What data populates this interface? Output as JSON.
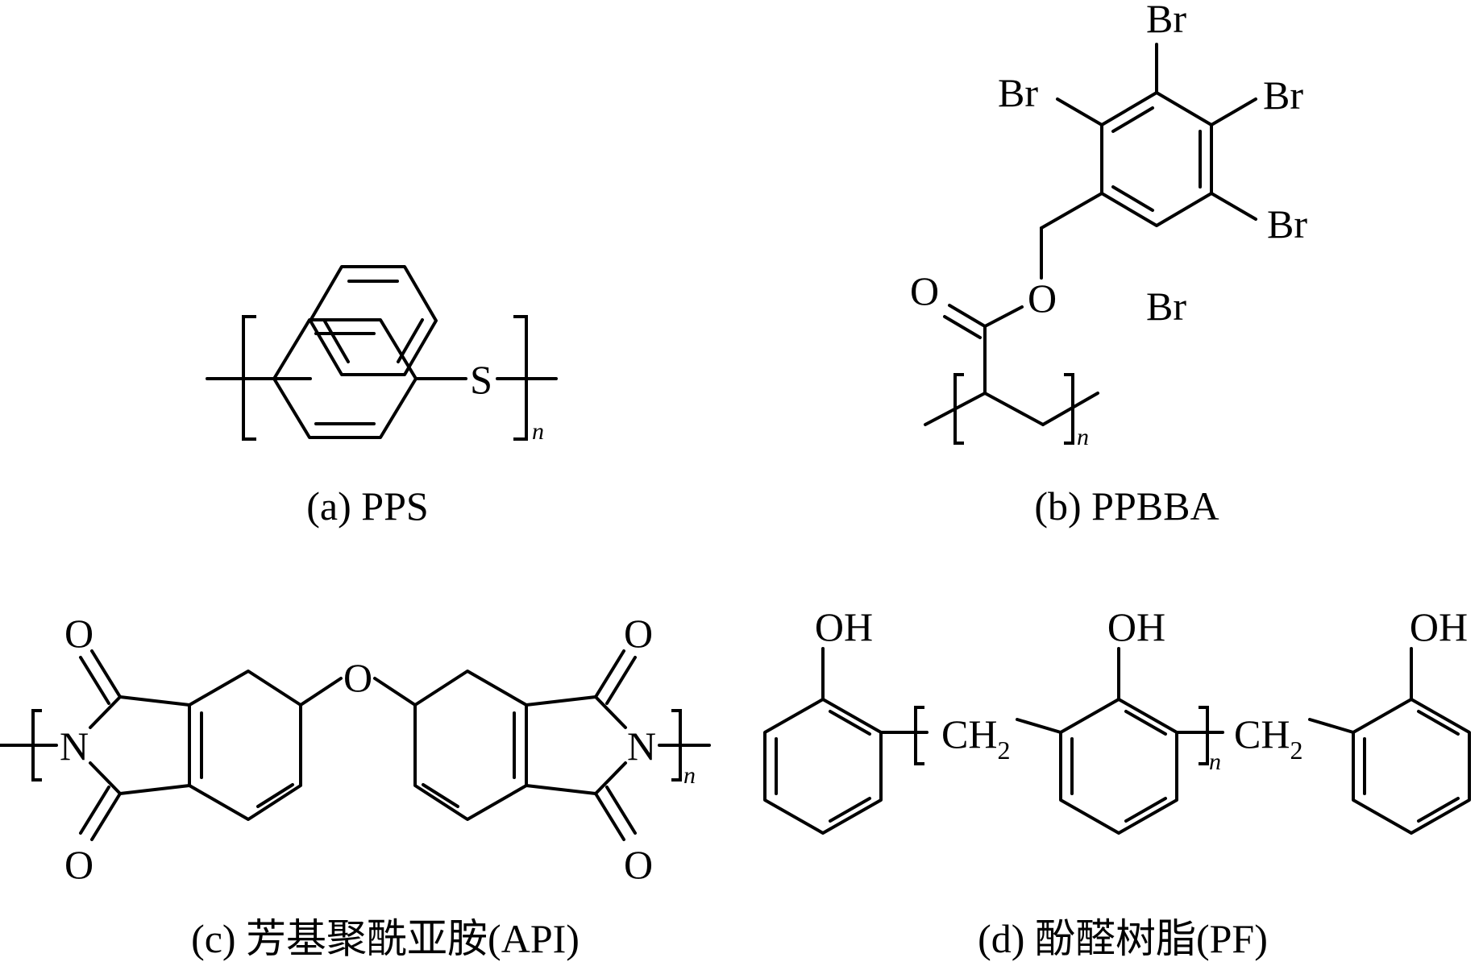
{
  "figure": {
    "panel_a": {
      "atoms": {
        "sulfur": "S"
      },
      "repeat_index": "n",
      "caption": "(a) PPS"
    },
    "panel_b": {
      "atoms": {
        "br_top": "Br",
        "br_upper_left": "Br",
        "br_upper_right": "Br",
        "br_lower_right": "Br",
        "br_bottom": "Br",
        "carbonyl_oxygen": "O",
        "ester_oxygen": "O"
      },
      "repeat_index": "n",
      "caption": "(b) PPBBA"
    },
    "panel_c": {
      "atoms": {
        "o_upper_left": "O",
        "o_lower_left": "O",
        "o_upper_right": "O",
        "o_lower_right": "O",
        "o_bridge": "O",
        "n_left": "N",
        "n_right": "N"
      },
      "repeat_index": "n",
      "caption": "(c) 芳基聚酰亚胺(API)"
    },
    "panel_d": {
      "atoms": {
        "oh_1": "OH",
        "oh_2": "OH",
        "oh_3": "OH",
        "ch_1": "CH",
        "ch_2": "CH",
        "sub_1": "2",
        "sub_2": "2"
      },
      "repeat_index": "n",
      "caption": "(d) 酚醛树脂(PF)"
    }
  }
}
